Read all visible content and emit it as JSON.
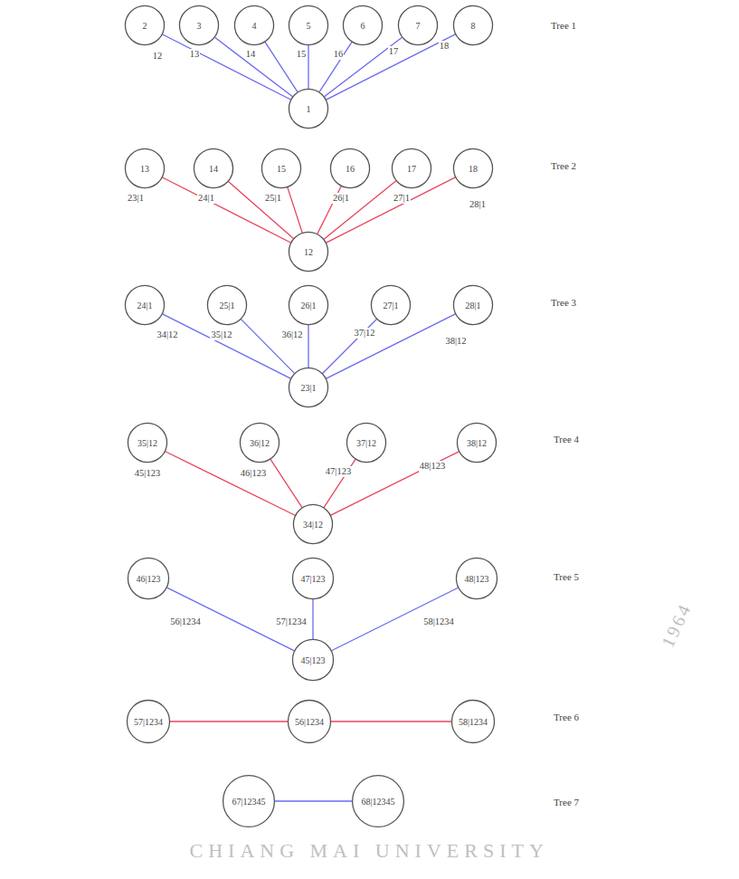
{
  "diagram": {
    "nodes": [
      {
        "text": [
          "2"
        ]
      },
      {
        "text": [
          "3"
        ]
      },
      {
        "text": [
          "4"
        ]
      },
      {
        "text": [
          "5"
        ]
      },
      {
        "text": [
          "6"
        ]
      },
      {
        "text": [
          "7"
        ]
      },
      {
        "text": [
          "8"
        ]
      },
      {
        "text": [
          "1"
        ]
      },
      {
        "text": [
          "13"
        ]
      },
      {
        "text": [
          "14"
        ]
      },
      {
        "text": [
          "15"
        ]
      },
      {
        "text": [
          "16"
        ]
      },
      {
        "text": [
          "17"
        ]
      },
      {
        "text": [
          "18"
        ]
      },
      {
        "text": [
          "12"
        ]
      },
      {
        "text": [
          "24|1"
        ]
      },
      {
        "text": [
          "25|1"
        ]
      },
      {
        "text": [
          "26|1"
        ]
      },
      {
        "text": [
          "27|1"
        ]
      },
      {
        "text": [
          "28|1"
        ]
      },
      {
        "text": [
          "23|1"
        ]
      },
      {
        "text": [
          "35|12"
        ]
      },
      {
        "text": [
          "36|12"
        ]
      },
      {
        "text": [
          "37|12"
        ]
      },
      {
        "text": [
          "38|12"
        ]
      },
      {
        "text": [
          "34|12"
        ]
      },
      {
        "text": [
          "46|123"
        ]
      },
      {
        "text": [
          "47|123"
        ]
      },
      {
        "text": [
          "48|123"
        ]
      },
      {
        "text": [
          "45|123"
        ]
      },
      {
        "text": [
          "57|1234"
        ]
      },
      {
        "text": [
          "56|1234"
        ]
      },
      {
        "text": [
          "58|1234"
        ]
      },
      {
        "text": [
          "67|12345"
        ]
      },
      {
        "text": [
          "68|12345"
        ]
      }
    ],
    "edges": [
      {
        "from": 0,
        "to": 7,
        "label": "12",
        "arrow": "none"
      },
      {
        "from": 1,
        "to": 7,
        "label": "13",
        "arrow": "none"
      },
      {
        "from": 2,
        "to": 7,
        "label": "14",
        "arrow": "none"
      },
      {
        "from": 3,
        "to": 7,
        "label": "15",
        "arrow": "none"
      },
      {
        "from": 4,
        "to": 7,
        "label": "16",
        "arrow": "none"
      },
      {
        "from": 5,
        "to": 7,
        "label": "17",
        "arrow": "none"
      },
      {
        "from": 6,
        "to": 7,
        "label": "18",
        "arrow": "none"
      },
      {
        "from": 8,
        "to": 14,
        "label": "23|1",
        "arrow": "none"
      },
      {
        "from": 9,
        "to": 14,
        "label": "24|1",
        "arrow": "none"
      },
      {
        "from": 10,
        "to": 14,
        "label": "25|1",
        "arrow": "none"
      },
      {
        "from": 11,
        "to": 14,
        "label": "26|1",
        "arrow": "none"
      },
      {
        "from": 12,
        "to": 14,
        "label": "27|1",
        "arrow": "none"
      },
      {
        "from": 13,
        "to": 14,
        "label": "28|1",
        "arrow": "none"
      },
      {
        "from": 15,
        "to": 20,
        "label": "34|12",
        "arrow": "none"
      },
      {
        "from": 16,
        "to": 20,
        "label": "35|12",
        "arrow": "none"
      },
      {
        "from": 17,
        "to": 20,
        "label": "36|12",
        "arrow": "none"
      },
      {
        "from": 18,
        "to": 20,
        "label": "37|12",
        "arrow": "none"
      },
      {
        "from": 19,
        "to": 20,
        "label": "38|12",
        "arrow": "none"
      },
      {
        "from": 21,
        "to": 25,
        "label": "45|123",
        "arrow": "none"
      },
      {
        "from": 22,
        "to": 25,
        "label": "46|123",
        "arrow": "none"
      },
      {
        "from": 23,
        "to": 25,
        "label": "47|123",
        "arrow": "none"
      },
      {
        "from": 24,
        "to": 25,
        "label": "48|123",
        "arrow": "none"
      },
      {
        "from": 26,
        "to": 29,
        "label": "56|1234",
        "arrow": "none"
      },
      {
        "from": 27,
        "to": 29,
        "label": "57|1234",
        "arrow": "none"
      },
      {
        "from": 28,
        "to": 29,
        "label": "58|1234",
        "arrow": "none"
      },
      {
        "from": 30,
        "to": 31,
        "arrow": "none"
      },
      {
        "from": 31,
        "to": 32,
        "arrow": "none"
      },
      {
        "from": 33,
        "to": 34,
        "arrow": "none"
      }
    ],
    "labels": [
      "Tree 1",
      "Tree 2",
      "Tree 3",
      "Tree 4",
      "Tree 5",
      "Tree 6",
      "Tree 7",
      "CHIANG MAI UNIVERSITY",
      "1964"
    ]
  }
}
